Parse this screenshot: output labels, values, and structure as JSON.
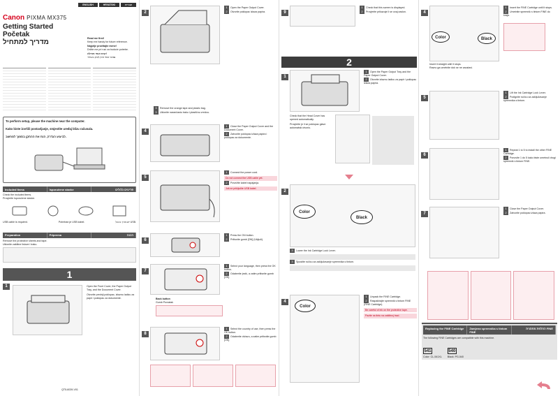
{
  "langs": [
    "ENGLISH",
    "HRVATSKI",
    "עברית"
  ],
  "brand": "Canon",
  "model": "PIXMA MX375",
  "titles": [
    "Getting Started",
    "Početak",
    "מדריך למתחיל"
  ],
  "read_first": [
    "Read me first!",
    "Keep me handy for future reference.",
    "Najprije pročitajte mene!",
    "Držite me pri ruci za buduće potrebe."
  ],
  "read_first_he": [
    "קרא אותי תחילה!",
    "שמור אותי זמין לעיון בעתיד."
  ],
  "setup_en": "To perform setup, please the machine near the computer.",
  "setup_hr": "Kako biste izvršili postavljanje, smjestite uređaj blizu računala.",
  "setup_he": "לביצוע הגדרה, הנח את ההתקן בסמוך למחשב.",
  "included_hdr": [
    "Included Items",
    "Isporučene stavke",
    "פריטים כלולים"
  ],
  "included_text": [
    "Check the included items.",
    "Provjerite isporučene stavke."
  ],
  "included_labels": [
    "USB cable is required.",
    "Potreban je USB kabel.",
    "יש צורך בכבל USB."
  ],
  "prep_hdr": [
    "Preparation",
    "Priprema",
    "הכנה"
  ],
  "prep_text": [
    "Remove the protective sheets and tape.",
    "Uklonite zaštitne listove i traku."
  ],
  "sec1": "1",
  "sec2": "2",
  "s1_step1": [
    "Open the Front Cover, the Paper Output Tray, and the Document Cover.",
    "Otvorite prednji poklopac, izlaznu ladicu za papir i poklopac za dokumente."
  ],
  "c2_step2": [
    "Open the Paper Output Cover.",
    "Otvorite poklopac izlaza papira."
  ],
  "c2_step3": [
    "Remove the orange tape and plastic bag.",
    "Uklonite narančastu traku i plastičnu vrećicu."
  ],
  "c2_step4": [
    "Close the Paper Output Cover and the Document Cover.",
    "Zatvorite poklopac izlaza papira i poklopac za dokumente."
  ],
  "c2_step5": [
    "Connect the power cord.",
    "Povežite kabel napajanja."
  ],
  "c2_step5_warn": [
    "Do not connect the USB cable yet.",
    "Još ne priključite USB kabel."
  ],
  "c2_step6": [
    "Press the ON button.",
    "Pritisnite gumb [ON] (Uključi)."
  ],
  "c2_step7": [
    "Select your language, then press the OK button.",
    "Odaberite jezik, a zatim pritisnite gumb [OK]."
  ],
  "c2_step7_label": [
    "Back button",
    "Gumb Povratak"
  ],
  "c2_step8": [
    "Select the country of use, then press the OK button.",
    "Odaberite državu, a zatim pritisnite gumb [OK]."
  ],
  "c3_step9": [
    "Check that this screen is displayed.",
    "Provjerite prikazuje li se ovaj zaslon."
  ],
  "c3_s2_step1": [
    "Open the Paper Output Tray and the Paper Output Cover.",
    "Otvorite izlaznu ladicu za papir i poklopac izlaza papira."
  ],
  "c3_s2_note": [
    "Check that the Head Cover has opened automatically.",
    "Provjerite je li se poklopac glave automatski otvorio."
  ],
  "c3_step3": [
    "Lower the Ink Cartridge Lock Lever.",
    "Spustite ručicu za zaključavanje spremnika s tintom."
  ],
  "c3_step4": [
    "Unpack the FINE Cartridge.",
    "Raspakirajte spremnik s tintom FINE (FINE Cartridge)."
  ],
  "c3_step4_warn": [
    "Be careful of ink on the protective tape.",
    "Pazite na tintu na zaštitnoj traci."
  ],
  "color_label": "Color",
  "black_label": "Black",
  "c4_step1": [
    "Insert the FINE Cartridge until it stops.",
    "Umetnite spremnik s tintom FINE do kraja."
  ],
  "c4_step2": [
    "Insert it straight until it stops.",
    "Ravno ga umetnite dok se ne zaustavi."
  ],
  "c4_step5": [
    "Lift the Ink Cartridge Lock Lever.",
    "Podignite ručicu za zaključavanje spremnika s tintom."
  ],
  "c4_step6": [
    "Repeat 1 to 5 to install the other FINE Cartridge.",
    "Ponovite 1 do 5 kako biste umetnuli drugi spremnik s tintom FINE."
  ],
  "c4_step7": [
    "Close the Paper Output Cover.",
    "Zatvorite poklopac izlaza papira."
  ],
  "c4_replacing_hdr": [
    "Replacing the FINE Cartridge",
    "Zamjena spremnika s tintom FINE",
    "החלפת מחסנית FINE"
  ],
  "c4_replacing_text": "The following FINE Cartridges are compatible with this machine.",
  "cartridges": [
    {
      "code": "541",
      "sub": "Color: CL-541XL"
    },
    {
      "code": "540",
      "sub": "Black: PG-540"
    }
  ],
  "doc_code": "QT5-6039-V01"
}
